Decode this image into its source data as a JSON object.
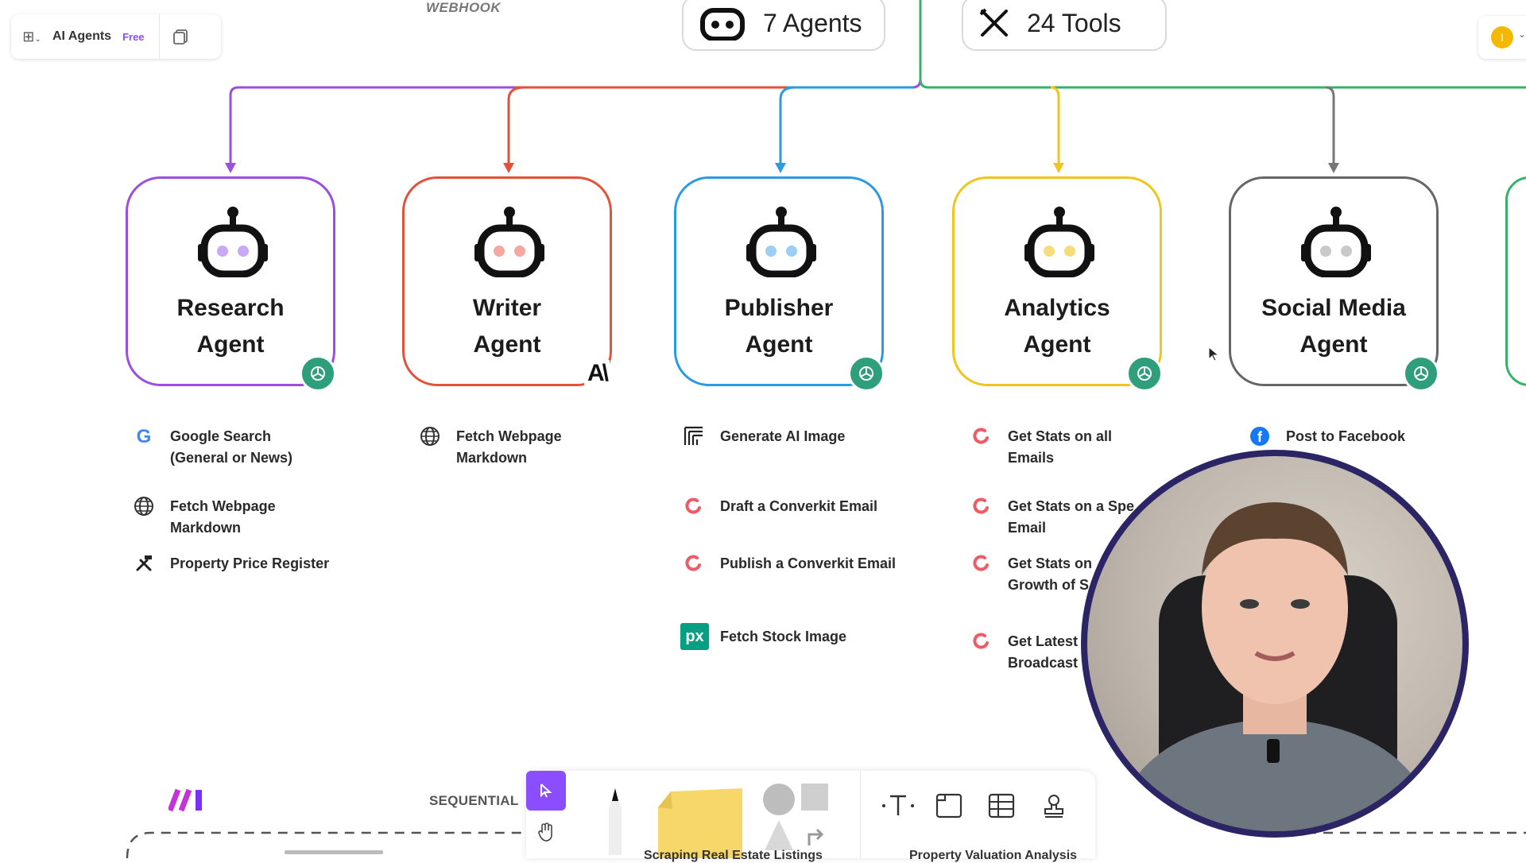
{
  "app": {
    "title": "AI Agents",
    "plan_badge": "Free",
    "user_initial": "I"
  },
  "canvas": {
    "webhook_label": "WEBHOOK",
    "agents_pill": "7 Agents",
    "tools_pill": "24 Tools",
    "sequential_label": "SEQUENTIAL"
  },
  "agents": [
    {
      "name_line1": "Research",
      "name_line2": "Agent",
      "color": "#9b4fe0",
      "eye_color": "#c9a8f5",
      "model": "openai-icon"
    },
    {
      "name_line1": "Writer",
      "name_line2": "Agent",
      "color": "#e0523a",
      "eye_color": "#f5a8a0",
      "model": "anthropic-icon",
      "model_text": "A\\"
    },
    {
      "name_line1": "Publisher",
      "name_line2": "Agent",
      "color": "#2a9be0",
      "eye_color": "#9ccff5",
      "model": "openai-icon"
    },
    {
      "name_line1": "Analytics",
      "name_line2": "Agent",
      "color": "#f2c51e",
      "eye_color": "#f7dd7a",
      "model": "openai-icon"
    },
    {
      "name_line1": "Social Media",
      "name_line2": "Agent",
      "color": "#666666",
      "eye_color": "#c9c9c9",
      "model": "openai-icon"
    }
  ],
  "tools": {
    "research": [
      {
        "icon": "google-icon",
        "line1": "Google Search",
        "line2": "(General or News)"
      },
      {
        "icon": "globe-icon",
        "line1": "Fetch Webpage",
        "line2": "Markdown"
      },
      {
        "icon": "hammer-wrench-icon",
        "line1": "Property Price Register",
        "line2": ""
      }
    ],
    "writer": [
      {
        "icon": "globe-icon",
        "line1": "Fetch Webpage",
        "line2": "Markdown"
      }
    ],
    "publisher": [
      {
        "icon": "image-gen-icon",
        "line1": "Generate AI Image",
        "line2": ""
      },
      {
        "icon": "convertkit-icon",
        "line1": "Draft a Converkit Email",
        "line2": ""
      },
      {
        "icon": "convertkit-icon",
        "line1": "Publish a Converkit Email",
        "line2": ""
      },
      {
        "icon": "pexels-icon",
        "line1": "Fetch Stock Image",
        "line2": ""
      }
    ],
    "analytics": [
      {
        "icon": "convertkit-icon",
        "line1": "Get Stats on all",
        "line2": "Emails"
      },
      {
        "icon": "convertkit-icon",
        "line1": "Get Stats on a Spe",
        "line2": "Email"
      },
      {
        "icon": "convertkit-icon",
        "line1": "Get Stats on",
        "line2": "Growth of S"
      },
      {
        "icon": "convertkit-icon",
        "line1": "Get Latest",
        "line2": "Broadcast"
      }
    ],
    "social": [
      {
        "icon": "facebook-icon",
        "line1": "Post to Facebook",
        "line2": ""
      }
    ]
  },
  "bottom_tasks": [
    "Scraping Real Estate Listings",
    "Property Valuation Analysis"
  ]
}
